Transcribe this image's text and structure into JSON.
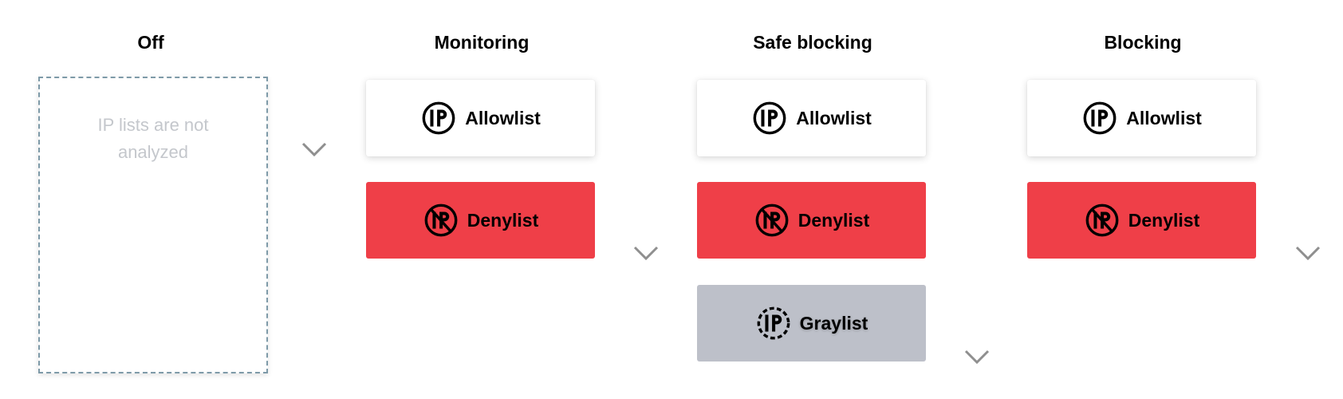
{
  "columns": [
    {
      "heading": "Off"
    },
    {
      "heading": "Monitoring"
    },
    {
      "heading": "Safe blocking"
    },
    {
      "heading": "Blocking"
    }
  ],
  "off_note": "IP lists are not analyzed",
  "lists": {
    "allow": "Allowlist",
    "deny": "Denylist",
    "gray": "Graylist"
  },
  "icons": {
    "allow": "ip-circle-icon",
    "deny": "ip-crossed-circle-icon",
    "gray": "ip-dashed-circle-icon"
  },
  "colors": {
    "deny": "#ef3f48",
    "gray": "#bdc0c9",
    "allow": "#ffffff"
  }
}
